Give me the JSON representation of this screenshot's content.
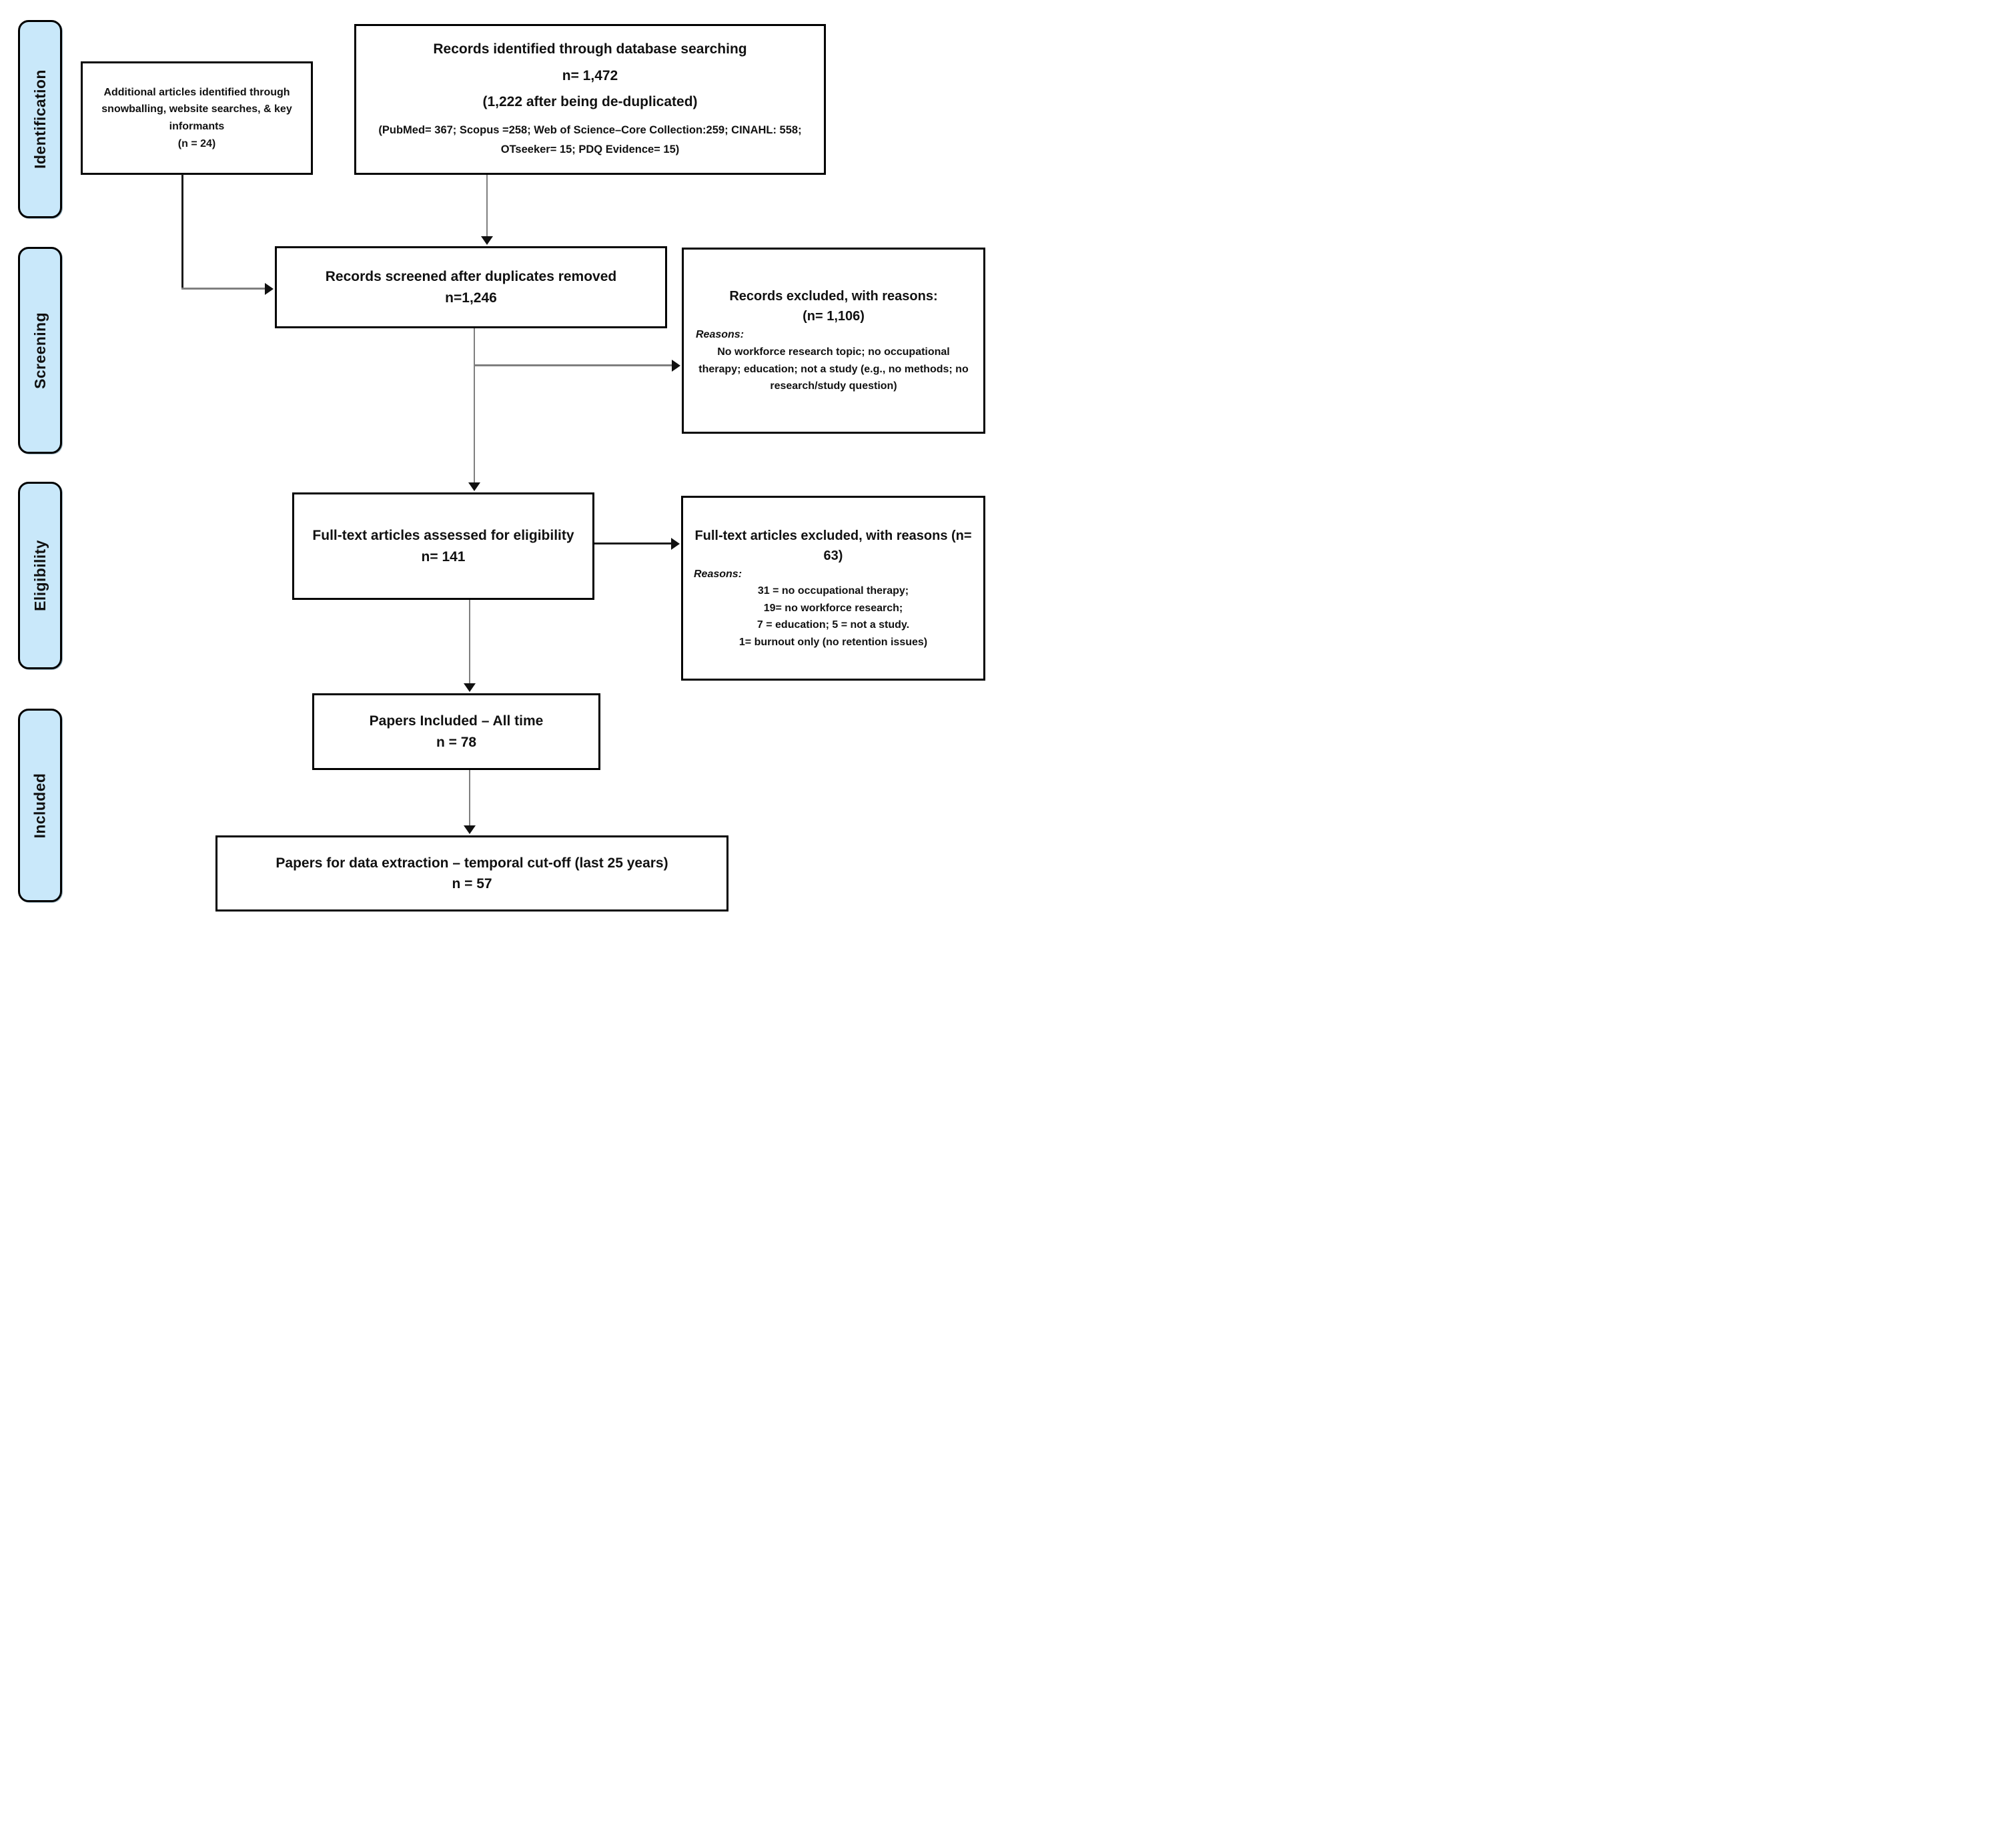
{
  "stages": [
    {
      "label": "Identification"
    },
    {
      "label": "Screening"
    },
    {
      "label": "Eligibility"
    },
    {
      "label": "Included"
    }
  ],
  "boxes": {
    "additional": {
      "body": "Additional articles identified through snowballing, website searches, & key informants",
      "n": "(n = 24)"
    },
    "top_records": {
      "title": "Records identified through database searching",
      "n": "n= 1,472",
      "dedup": "(1,222 after being de-duplicated)",
      "sources": "(PubMed= 367; Scopus =258; Web of Science–Core Collection:259; CINAHL: 558; OTseeker= 15; PDQ Evidence= 15)"
    },
    "records_screened": {
      "title": "Records screened after duplicates removed",
      "n": "n=1,246"
    },
    "records_excluded": {
      "title": "Records excluded, with reasons:",
      "n": "(n= 1,106)",
      "reasons_label": "Reasons:",
      "reasons": "No workforce research topic; no occupational therapy; education; not a study (e.g., no methods; no research/study question)"
    },
    "fulltext_assessed": {
      "title": "Full-text articles assessed for eligibility",
      "n": "n= 141"
    },
    "fulltext_excluded": {
      "title": "Full-text articles excluded, with reasons (n= 63)",
      "reasons_label": "Reasons:",
      "reasons": [
        "31 = no occupational therapy;",
        "19= no workforce research;",
        "7 = education; 5 = not a study.",
        "1= burnout only (no retention issues)"
      ]
    },
    "papers_included": {
      "title": "Papers Included – All time",
      "n": "n = 78"
    },
    "papers_extraction": {
      "title": "Papers for data extraction – temporal cut-off (last 25 years)",
      "n": "n = 57"
    }
  },
  "colors": {
    "stage_fill": "#c9e8fa",
    "box_border": "#000000",
    "arrow_line": "#7f7f7f",
    "arrowhead": "#111111",
    "text": "#111111"
  }
}
